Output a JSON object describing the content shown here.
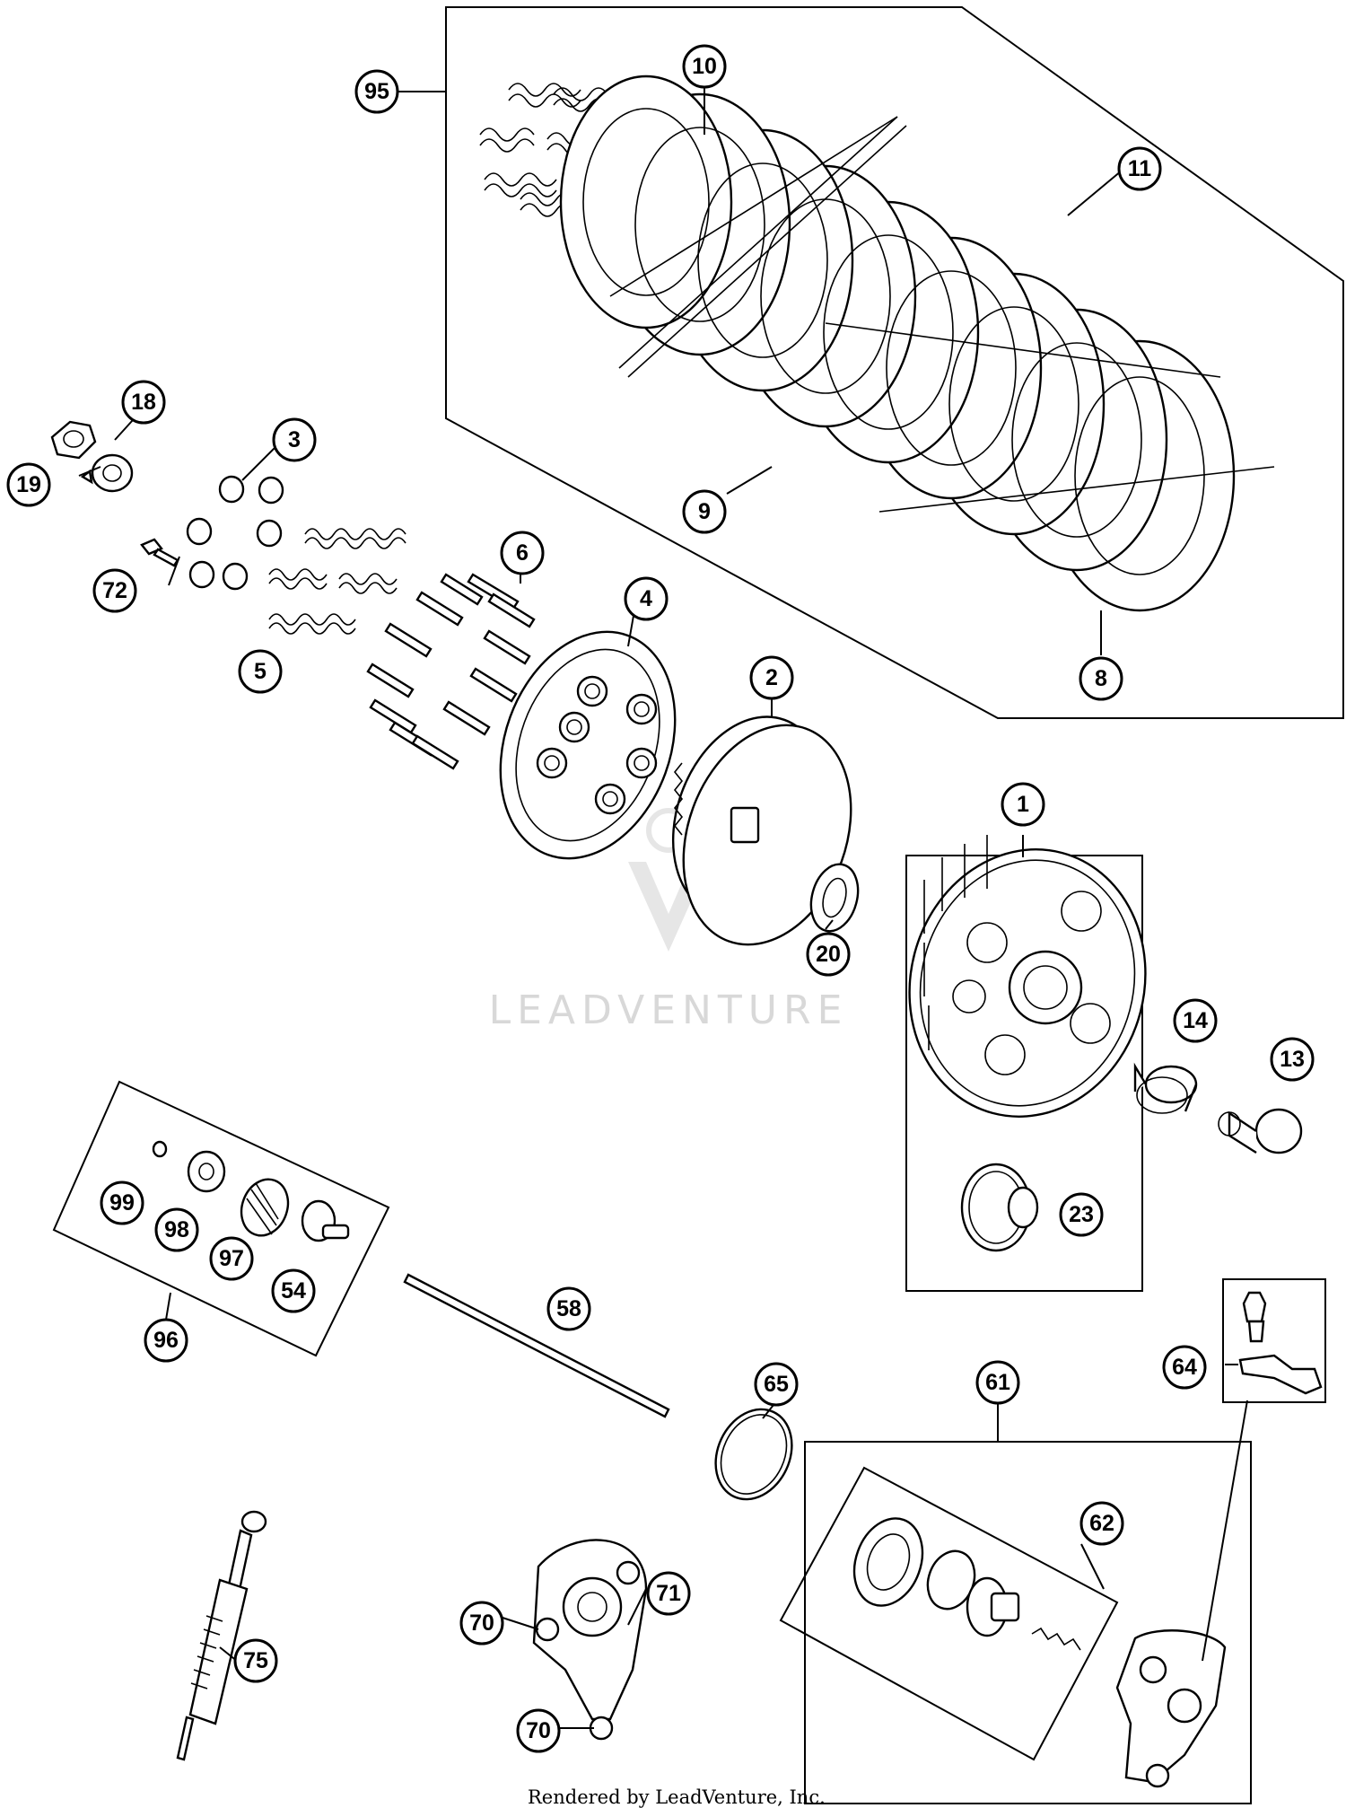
{
  "watermark": "LEADVENTURE",
  "credit": "Rendered by LeadVenture, Inc.",
  "callouts": {
    "c95": "95",
    "c10": "10",
    "c11": "11",
    "c9": "9",
    "c8": "8",
    "c18": "18",
    "c19": "19",
    "c3": "3",
    "c72": "72",
    "c6": "6",
    "c5": "5",
    "c4": "4",
    "c2": "2",
    "c1": "1",
    "c20": "20",
    "c14": "14",
    "c13": "13",
    "c23": "23",
    "c99": "99",
    "c98": "98",
    "c97": "97",
    "c54": "54",
    "c96": "96",
    "c58": "58",
    "c65": "65",
    "c61": "61",
    "c64": "64",
    "c62": "62",
    "c71": "71",
    "c70a": "70",
    "c70b": "70",
    "c75": "75"
  }
}
